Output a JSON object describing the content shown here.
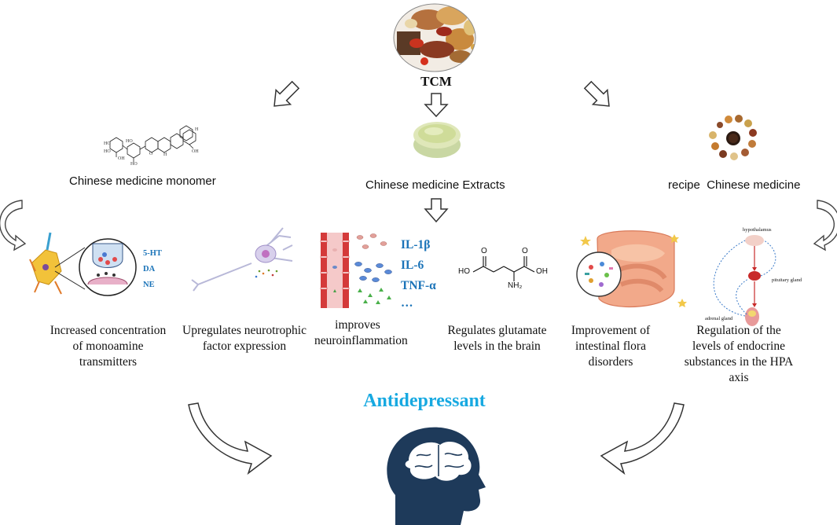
{
  "top": {
    "title": "TCM"
  },
  "sources": {
    "monomer": "Chinese medicine monomer",
    "extracts": "Chinese medicine Extracts",
    "recipe": "recipe  Chinese medicine"
  },
  "monoamine": {
    "labels": [
      "5-HT",
      "DA",
      "NE"
    ]
  },
  "cytokines": {
    "labels": [
      "IL-1β",
      "IL-6",
      "TNF-α",
      "…"
    ]
  },
  "molecule": {
    "ho": "HO",
    "oh": "OH",
    "o1": "O",
    "o2": "O",
    "nh2": "NH₂"
  },
  "hpa": {
    "hypothalamus": "hypothalamus",
    "pituitary": "pituitary gland",
    "adrenal": "adrenal gland"
  },
  "mechanisms": [
    {
      "line1": "Increased  concentration",
      "line2": "of monoamine",
      "line3": "transmitters"
    },
    {
      "line1": "Upregulates neurotrophic",
      "line2": "factor expression"
    },
    {
      "line1": "improves",
      "line2": "neuroinflammation"
    },
    {
      "line1": "Regulates glutamate",
      "line2": "levels in the brain"
    },
    {
      "line1": "Improvement  of",
      "line2": "intestinal flora",
      "line3": "disorders"
    },
    {
      "line1": "Regulation of the",
      "line2": "levels of endocrine",
      "line3": "substances  in the HPA",
      "line4": "axis"
    }
  ],
  "outcome": {
    "title": "Antidepressant"
  },
  "colors": {
    "accent": "#17a9e1",
    "cytokine": "#1a73b8",
    "brain": "#1e3a5a"
  }
}
